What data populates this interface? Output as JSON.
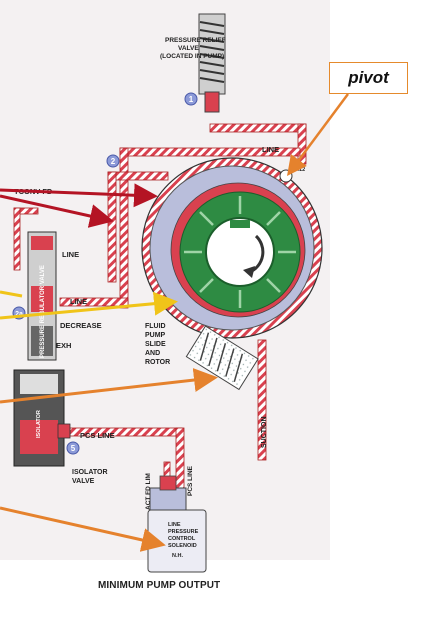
{
  "labels": {
    "pressure_relief_1": "PRESSURE RELIEF",
    "pressure_relief_2": "VALVE",
    "pressure_relief_3": "(LOCATED IN PUMP)",
    "line_top": "LINE",
    "num_412": "412",
    "tconv_fd": "TCONV FD",
    "line_reg": "LINE",
    "pressure_regulator_valve": "PRESSURE REGULATOR VALVE",
    "line_mid": "LINE",
    "decrease": "DECREASE",
    "exh": "EXH",
    "fluid_1": "FLUID",
    "fluid_2": "PUMP",
    "fluid_3": "SLIDE",
    "fluid_4": "AND",
    "fluid_5": "ROTOR",
    "suction": "SUCTION",
    "isolator_vert": "ISOLATOR",
    "pcs_line": "PCS LINE",
    "isolator_valve_1": "ISOLATOR",
    "isolator_valve_2": "VALVE",
    "act_fd_lim": "ACT FD LIM",
    "pcs_line_vert": "PCS LINE",
    "solenoid_1": "LINE",
    "solenoid_2": "PRESSURE",
    "solenoid_3": "CONTROL",
    "solenoid_4": "SOLENOID",
    "solenoid_5": "N.H.",
    "circ_1": "1",
    "circ_2": "2",
    "circ_2a": "2a",
    "circ_5": "5",
    "pivot": "pivot",
    "caption": "MINIMUM PUMP OUTPUT"
  },
  "colors": {
    "hydraulic_red": "#d9414f",
    "rotor_green": "#2e8b43",
    "slide_lavender": "#b9bedb",
    "arrow_dark_red": "#b41424",
    "arrow_orange": "#e5822d",
    "arrow_yellow": "#f0c419",
    "circle_blue": "#8c9ad8"
  }
}
